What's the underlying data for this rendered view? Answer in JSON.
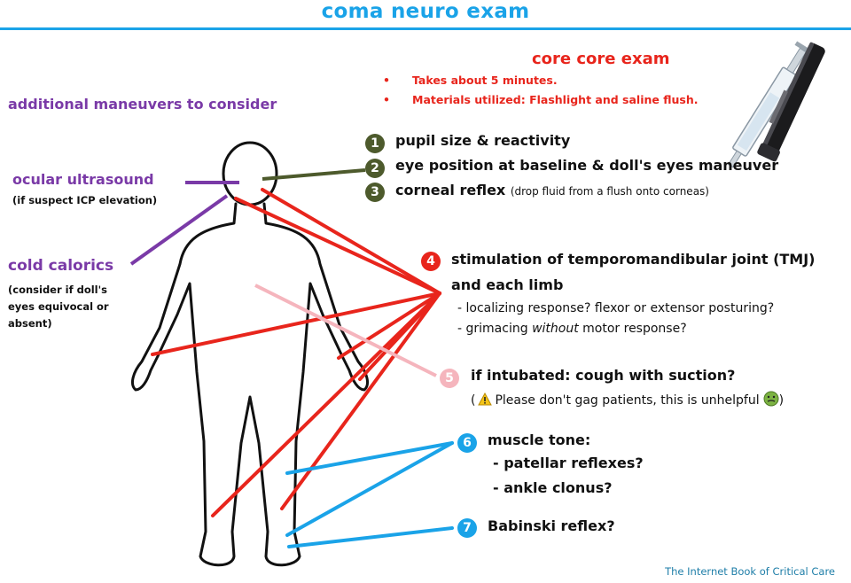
{
  "title": "coma neuro exam",
  "core": {
    "title": "core core exam",
    "bullets": [
      "Takes about 5 minutes.",
      "Materials utilized:  Flashlight and saline flush."
    ]
  },
  "additional": {
    "title": "additional maneuvers to consider",
    "ocular": {
      "title": "ocular ultrasound",
      "note": "(if suspect ICP elevation)"
    },
    "cold": {
      "title": "cold calorics",
      "note_lines": [
        "(consider if doll's",
        "eyes equivocal or",
        "absent)"
      ]
    }
  },
  "steps": [
    {
      "num": "1",
      "text": "pupil size & reactivity"
    },
    {
      "num": "2",
      "text": "eye position at baseline & doll's eyes maneuver"
    },
    {
      "num": "3",
      "text": "corneal reflex",
      "note": "(drop fluid from a flush onto corneas)"
    },
    {
      "num": "4",
      "lines": [
        "stimulation of temporomandibular joint (TMJ)",
        "and each limb"
      ],
      "subs": [
        "- localizing response?  flexor or extensor posturing?",
        "- grimacing without motor response?"
      ]
    },
    {
      "num": "5",
      "text": "if intubated: cough with suction?",
      "warning": "Please don't gag patients, this is unhelpful"
    },
    {
      "num": "6",
      "text": "muscle tone:",
      "subs": [
        "- patellar reflexes?",
        "- ankle clonus?"
      ]
    },
    {
      "num": "7",
      "text": "Babinski reflex?"
    }
  ],
  "icons": {
    "warning": "warning-icon",
    "sick": "nauseated-face-icon",
    "equipment": "syringe-and-penlight-illustration",
    "body": "human-body-outline"
  },
  "colors": {
    "title_blue": "#1aa3e8",
    "red": "#e8251c",
    "purple": "#7a3aa7",
    "olive": "#4d5a2c",
    "pink": "#f5b5bd",
    "blue": "#1aa3e8"
  },
  "footer": "The Internet Book of Critical Care"
}
